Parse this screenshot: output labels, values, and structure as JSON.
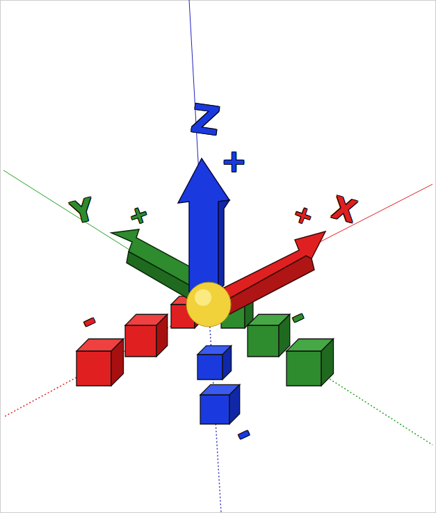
{
  "diagram": {
    "labels": [
      "Z",
      "+",
      "Y",
      "+",
      "+",
      "X",
      "-",
      "-",
      "-"
    ]
  }
}
